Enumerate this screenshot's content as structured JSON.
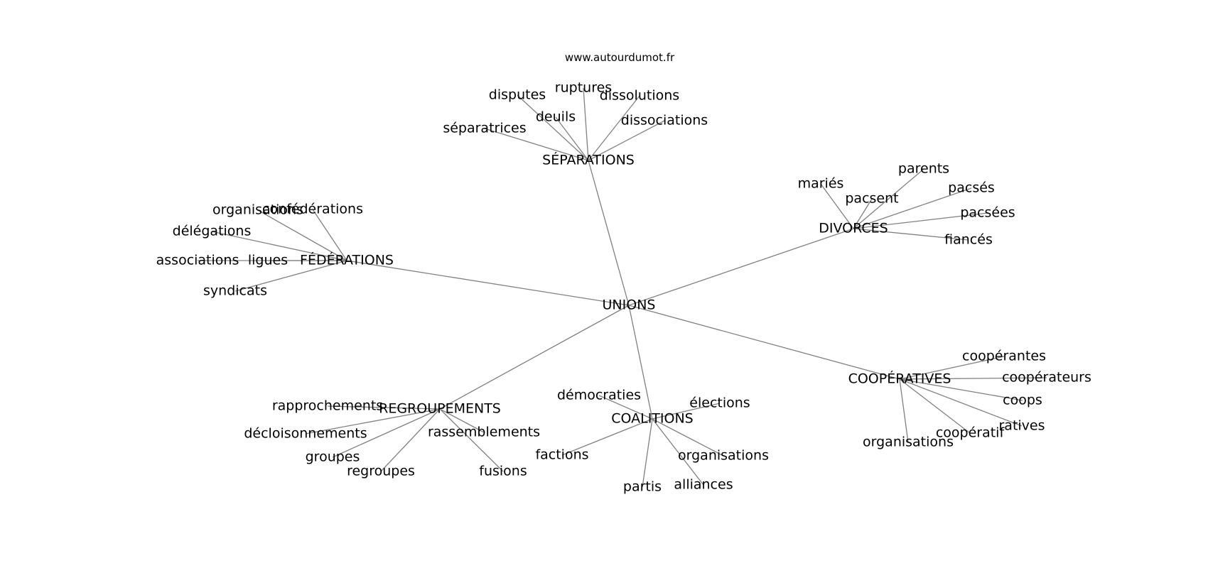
{
  "site": "www.autourdumot.fr",
  "center": "UNIONS",
  "clusters": [
    {
      "hub": "SÉPARATIONS",
      "words": [
        "disputes",
        "ruptures",
        "dissolutions",
        "deuils",
        "dissociations",
        "séparatrices"
      ]
    },
    {
      "hub": "DIVORCES",
      "words": [
        "parents",
        "mariés",
        "pacsés",
        "pacsent",
        "pacsées",
        "fiancés"
      ]
    },
    {
      "hub": "FÉDÉRATIONS",
      "words": [
        "organisations",
        "confédérations",
        "délégations",
        "associations",
        "ligues",
        "syndicats"
      ]
    },
    {
      "hub": "COOPÉRATIVES",
      "words": [
        "coopérantes",
        "coopérateurs",
        "coops",
        "ratives",
        "coopératif",
        "organisations"
      ]
    },
    {
      "hub": "COALITIONS",
      "words": [
        "démocraties",
        "élections",
        "factions",
        "organisations",
        "partis",
        "alliances"
      ]
    },
    {
      "hub": "REGROUPEMENTS",
      "words": [
        "rapprochements",
        "décloisonnements",
        "rassemblements",
        "groupes",
        "regroupes",
        "fusions"
      ]
    }
  ]
}
